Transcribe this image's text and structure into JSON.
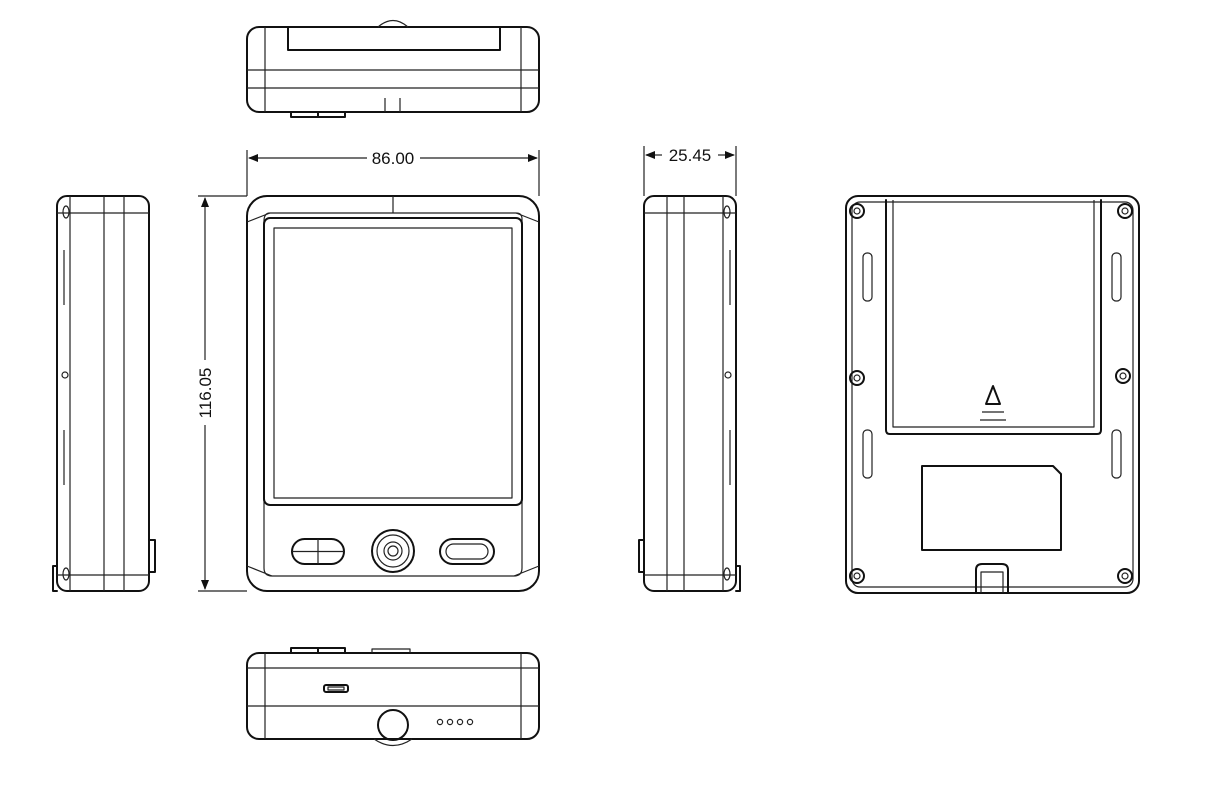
{
  "dimensions": {
    "width": "86.00",
    "height": "116.05",
    "depth": "25.45"
  },
  "bottom_view": {
    "indicator_dots": 4
  }
}
